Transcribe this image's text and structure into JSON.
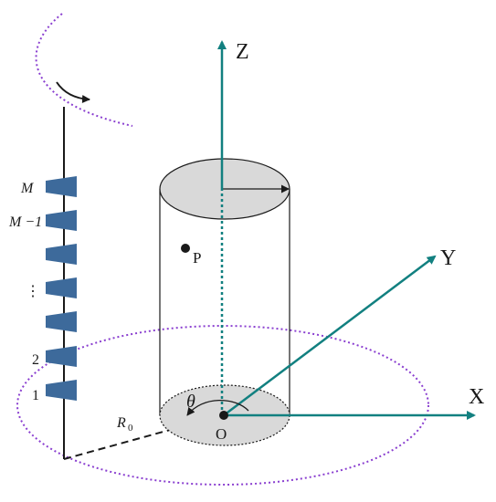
{
  "colors": {
    "axis": "#128080",
    "orbit": "#8a3fd0",
    "element": "#3d6a9b",
    "ellipse_fill": "#d9d9d9",
    "line": "#1a1a1a"
  },
  "axes": {
    "z_label": "Z",
    "y_label": "Y",
    "x_label": "X"
  },
  "origin_label": "O",
  "point_label": "P",
  "angle_label": "θ",
  "radius_label": "R",
  "radius_subscript": "0",
  "array_labels": {
    "top": "M",
    "second": "M −1",
    "ellipsis": "⋮",
    "two": "2",
    "one": "1"
  },
  "rotation_arrow_icon": "curved-arrow-icon"
}
